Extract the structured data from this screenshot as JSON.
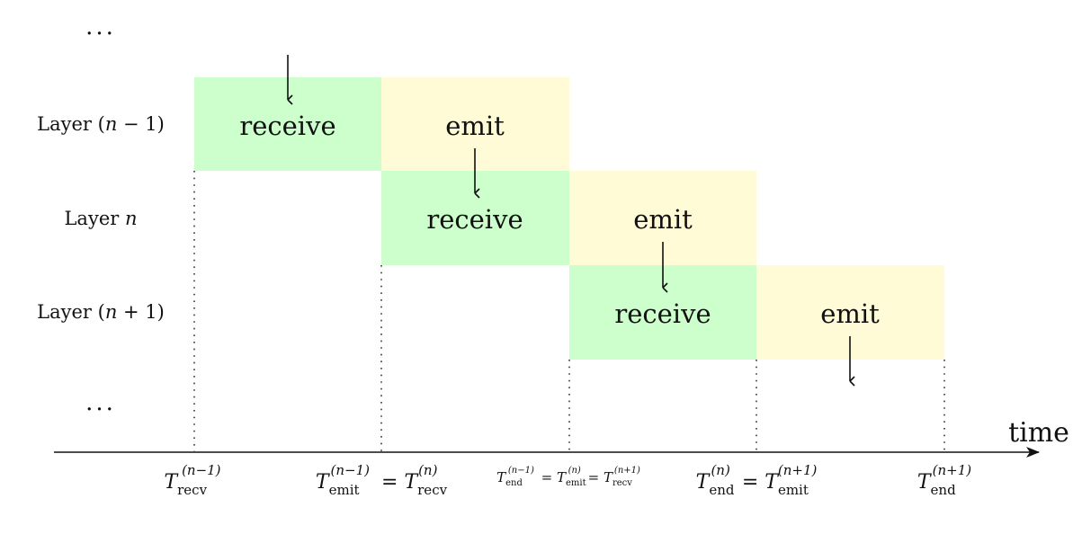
{
  "ellipsis": "...",
  "rows": [
    {
      "prefix": "Layer (",
      "var": "n",
      "suffix": " − 1)"
    },
    {
      "prefix": "Layer ",
      "var": "n",
      "suffix": ""
    },
    {
      "prefix": "Layer (",
      "var": "n",
      "suffix": " + 1)"
    }
  ],
  "boxes": {
    "receive_label": "receive",
    "emit_label": "emit"
  },
  "colors": {
    "receive": "#ccffcc",
    "emit": "#fffbd6"
  },
  "axis": {
    "label": "time",
    "ticks": [
      {
        "var": "T",
        "sub": "recv",
        "sup": "(n−1)"
      },
      {
        "var": "T",
        "sub": "emit",
        "sup": "(n−1)",
        "eq_var": "T",
        "eq_sub": "recv",
        "eq_sup": "(n)"
      },
      {
        "var": "T",
        "sub": "end",
        "sup": "(n−1)",
        "eq_var": "T",
        "eq_sub": "emit",
        "eq_sup": "(n)",
        "eq2_var": "T",
        "eq2_sub": "recv",
        "eq2_sup": "(n+1)"
      },
      {
        "var": "T",
        "sub": "end",
        "sup": "(n)",
        "eq_var": "T",
        "eq_sub": "emit",
        "eq_sup": "(n+1)"
      },
      {
        "var": "T",
        "sub": "end",
        "sup": "(n+1)"
      }
    ]
  }
}
